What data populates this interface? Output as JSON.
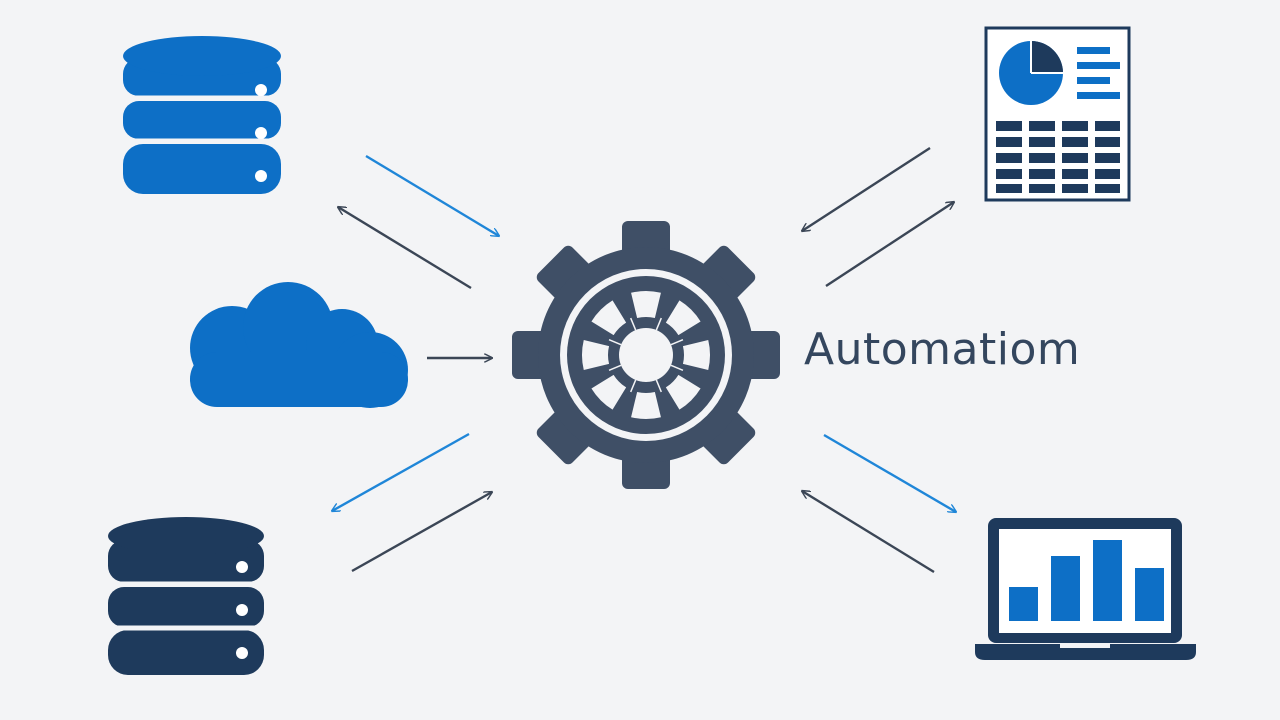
{
  "center": {
    "label": "Automatiom",
    "icon": "gear-icon"
  },
  "nodes": [
    {
      "icon": "database-icon",
      "color": "#0d6fc6",
      "position": "top-left"
    },
    {
      "icon": "cloud-icon",
      "color": "#0d6fc6",
      "position": "middle-left"
    },
    {
      "icon": "database-icon",
      "color": "#1e3a5c",
      "position": "bottom-left"
    },
    {
      "icon": "report-icon",
      "color": "#1e3a5c",
      "accent": "#0d6fc6",
      "position": "top-right"
    },
    {
      "icon": "laptop-chart-icon",
      "color": "#1e3a5c",
      "accent": "#0d6fc6",
      "position": "bottom-right"
    }
  ],
  "colors": {
    "background": "#f3f4f6",
    "gear": "#3f4f66",
    "blue": "#0d6fc6",
    "navy": "#1e3a5c",
    "arrow_dark": "#3b4656",
    "arrow_blue": "#1f86d8",
    "text": "#34465e"
  }
}
